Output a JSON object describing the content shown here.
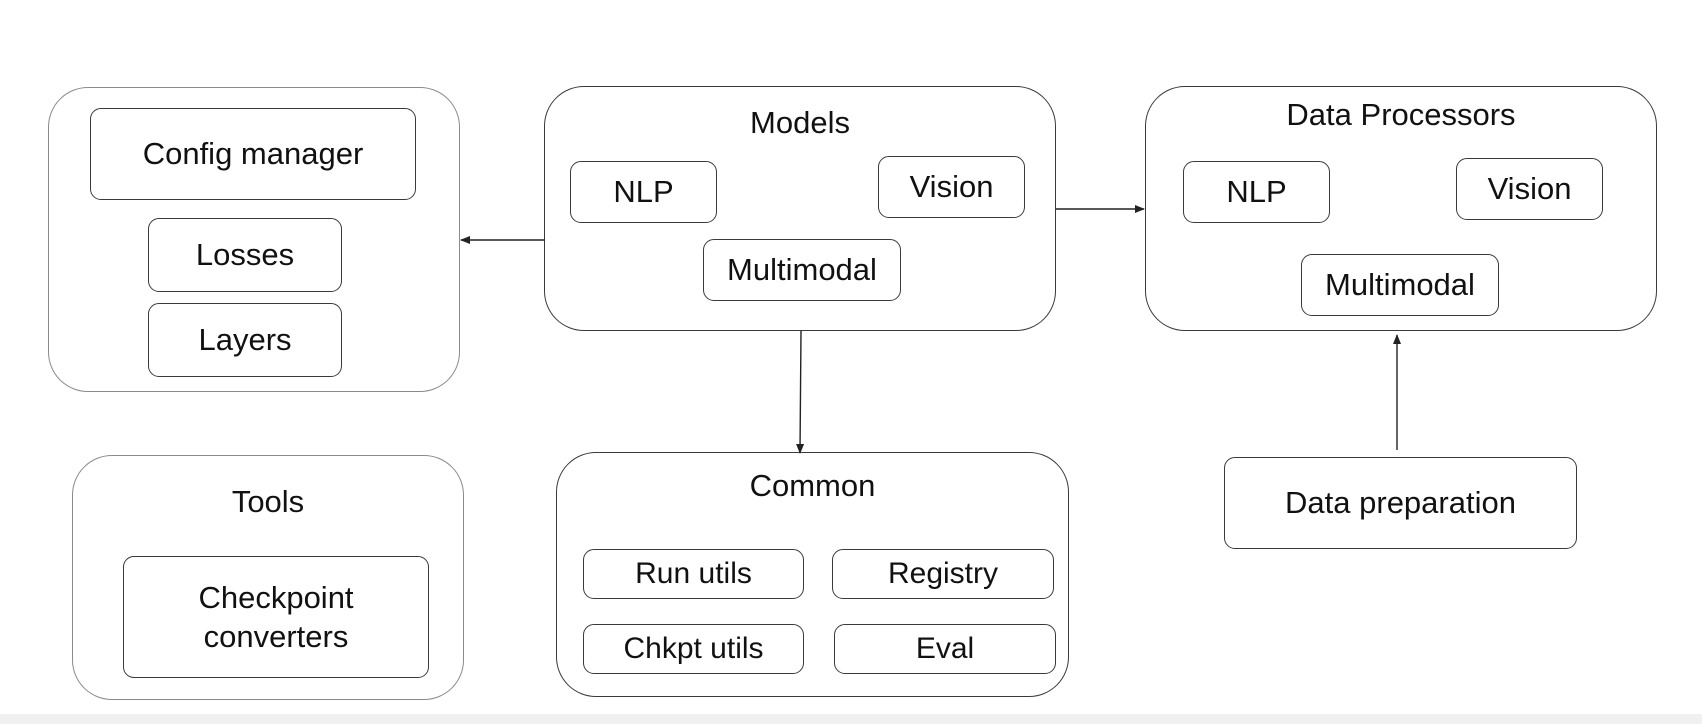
{
  "core_group": {
    "config_manager": "Config manager",
    "losses": "Losses",
    "layers": "Layers"
  },
  "models": {
    "title": "Models",
    "nlp": "NLP",
    "vision": "Vision",
    "multimodal": "Multimodal"
  },
  "data_processors": {
    "title": "Data Processors",
    "nlp": "NLP",
    "vision": "Vision",
    "multimodal": "Multimodal"
  },
  "tools": {
    "title": "Tools",
    "checkpoint_converters": "Checkpoint converters"
  },
  "common": {
    "title": "Common",
    "run_utils": "Run utils",
    "registry": "Registry",
    "chkpt_utils": "Chkpt utils",
    "eval": "Eval"
  },
  "data_preparation": {
    "label": "Data preparation"
  },
  "colors": {
    "group_border_light": "#8a8a8a",
    "box_border": "#3a3a3a",
    "arrow": "#222222"
  }
}
